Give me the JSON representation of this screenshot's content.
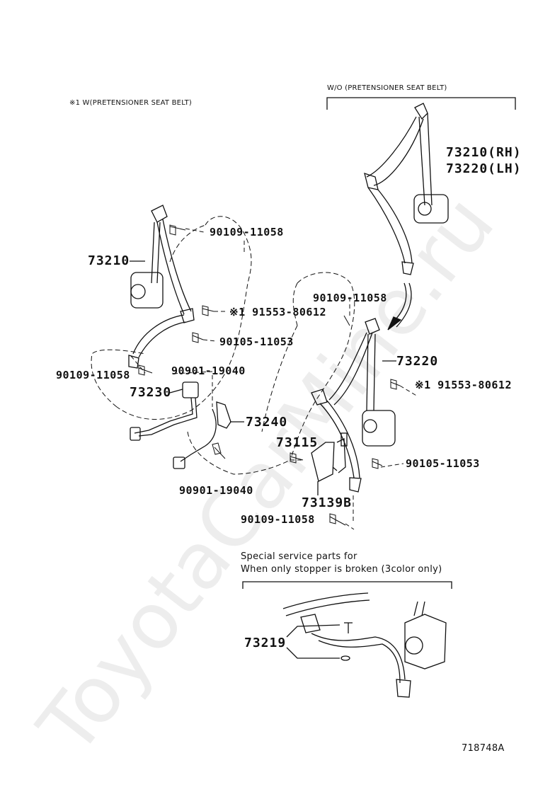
{
  "watermark": "ToyotaCarMine.ru",
  "notes": {
    "pretensioner": "※1  W(PRETENSIONER SEAT BELT)",
    "without_pretensioner": "W/O (PRETENSIONER SEAT BELT)",
    "special_line1": "Special  service  parts  for",
    "special_line2": "When  only  stopper  is  broken  (3color  only)"
  },
  "labels": {
    "rh": "73210(RH)",
    "lh": "73220(LH)",
    "p73210": "73210",
    "b1": "90109-11058",
    "b2": "90109-11058",
    "b3": "90109-11058",
    "b4": "90109-11058",
    "s1": "※1 91553-80612",
    "s2": "※1 91553-80612",
    "n1": "90105-11053",
    "n2": "90105-11053",
    "w1": "90901-19040",
    "w2": "90901-19040",
    "p73230": "73230",
    "p73240": "73240",
    "p73220": "73220",
    "p73115": "73115",
    "p73139b": "73139B",
    "p73219": "73219"
  },
  "figure_id": "718748A"
}
